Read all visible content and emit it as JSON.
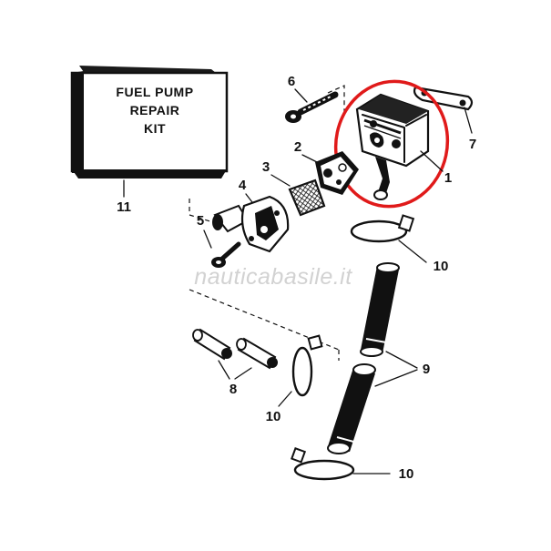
{
  "kit_box": {
    "line1": "FUEL PUMP",
    "line2": "REPAIR",
    "line3": "KIT"
  },
  "callouts": {
    "c1": "1",
    "c2": "2",
    "c3": "3",
    "c4": "4",
    "c5": "5",
    "c6": "6",
    "c7": "7",
    "c8": "8",
    "c9": "9",
    "c10a": "10",
    "c10b": "10",
    "c10c": "10",
    "c11": "11"
  },
  "watermark": "nauticabasile.it",
  "colors": {
    "ink": "#111111",
    "highlight_ring": "#e01a1a",
    "watermark": "#d2d2d2"
  }
}
